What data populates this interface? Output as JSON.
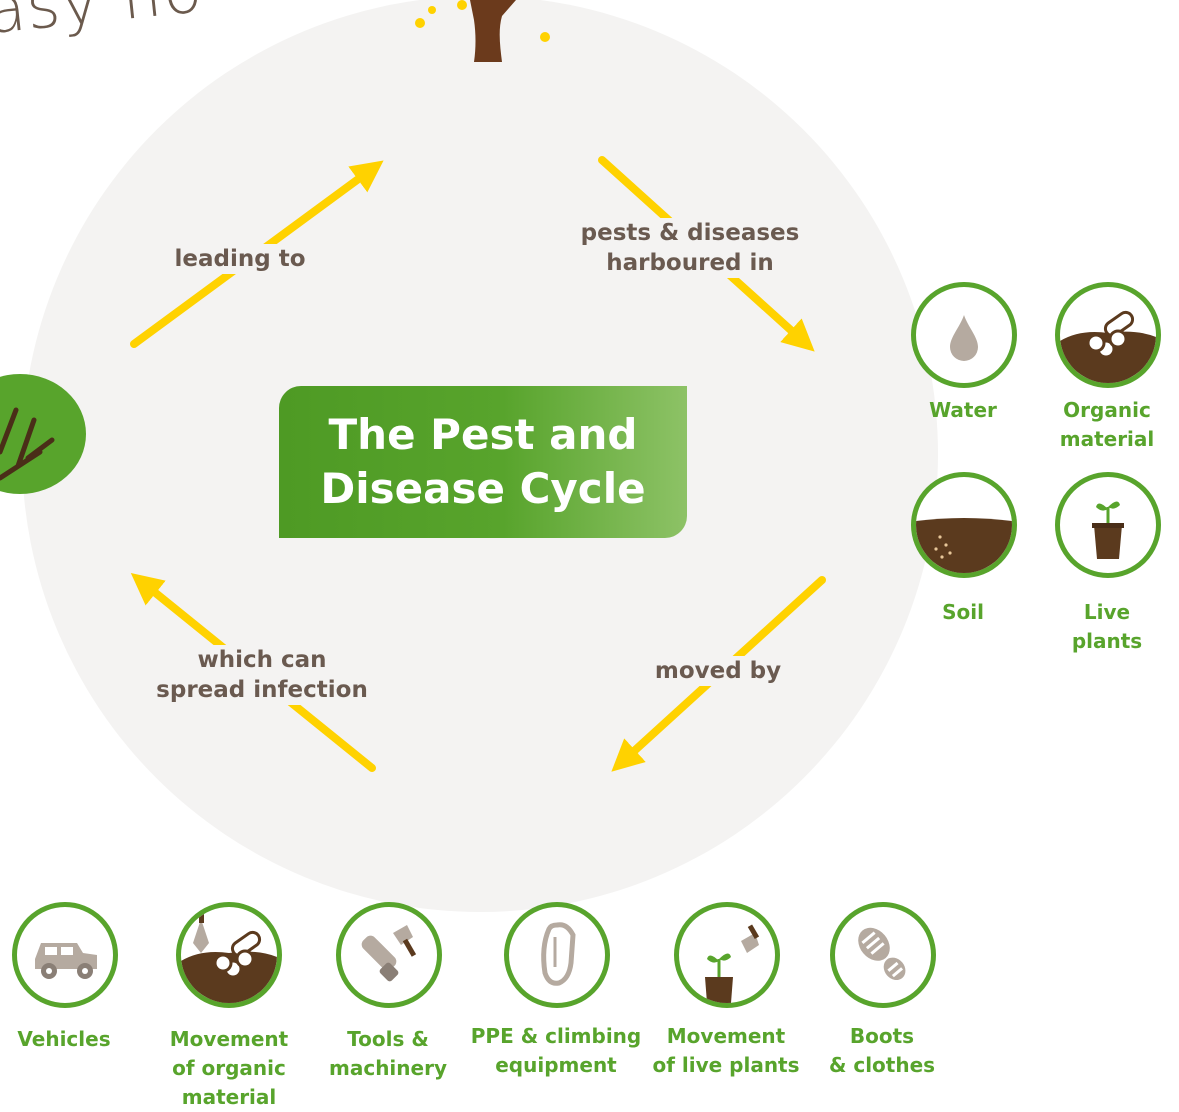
{
  "header_fragment": "asy flo",
  "cycle": {
    "title": "The Pest and\nDisease Cycle",
    "arrow_labels": {
      "top_left": "leading to",
      "top_right": "pests & diseases\nharboured in",
      "bottom_right": "moved by",
      "bottom_left": "which can\nspread infection"
    }
  },
  "harbour_items": [
    {
      "label": "Water",
      "icon": "water-drop-icon"
    },
    {
      "label": "Organic\nmaterial",
      "icon": "logs-on-mulch-icon"
    },
    {
      "label": "Soil",
      "icon": "soil-icon"
    },
    {
      "label": "Live plants",
      "icon": "potted-seedling-icon"
    }
  ],
  "movement_items": [
    {
      "label": "Vehicles",
      "icon": "vehicle-icon"
    },
    {
      "label": "Movement\nof organic\nmaterial",
      "icon": "logs-and-trowel-icon"
    },
    {
      "label": "Tools &\nmachinery",
      "icon": "chainsaw-and-trowel-icon"
    },
    {
      "label": "PPE & climbing\nequipment",
      "icon": "carabiner-icon"
    },
    {
      "label": "Movement\nof live plants",
      "icon": "seedling-and-trowel-icon"
    },
    {
      "label": "Boots\n& clothes",
      "icon": "boot-print-icon"
    }
  ],
  "colors": {
    "accent_green": "#58a42c",
    "arrow_yellow": "#ffd200",
    "text_brown": "#6a5a50",
    "soil_brown": "#5b3a1e",
    "icon_grey": "#b5aaa0",
    "background_circle": "#f4f3f2"
  }
}
